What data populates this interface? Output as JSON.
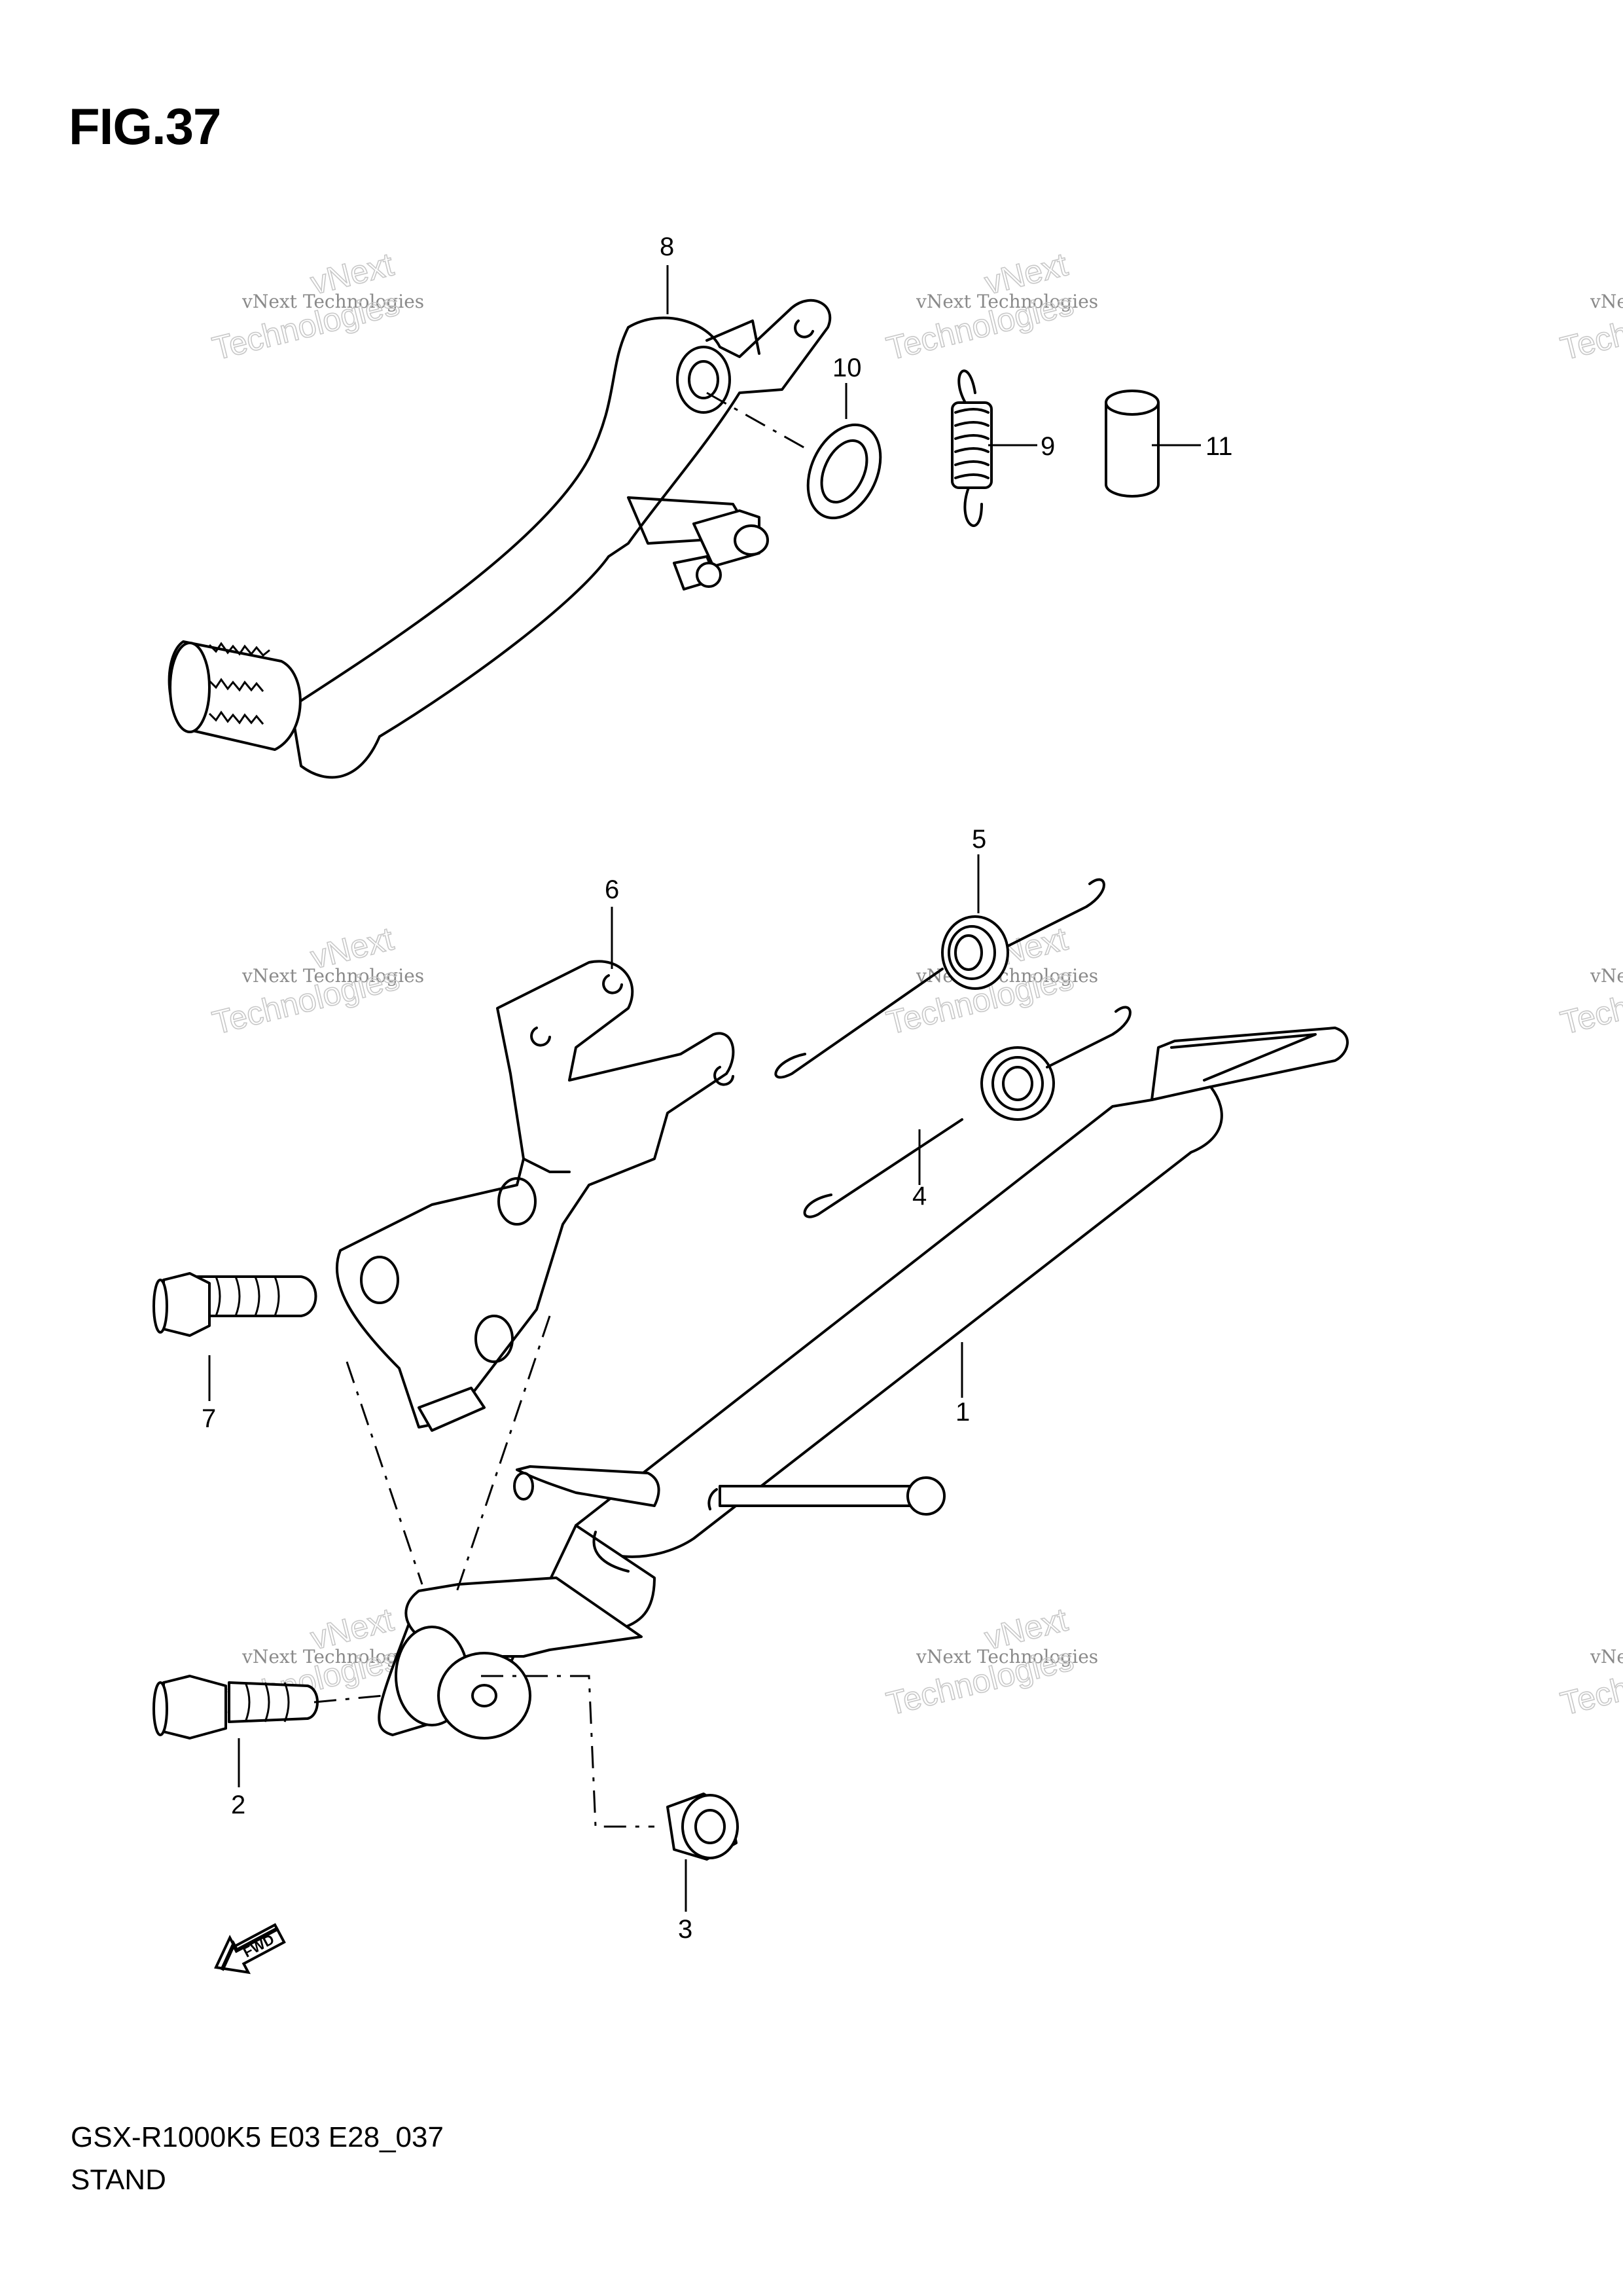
{
  "figure": {
    "title": "FIG.37",
    "code": "GSX-R1000K5 E03 E28_037",
    "name": "STAND"
  },
  "callouts": [
    {
      "id": "c1",
      "label": "1"
    },
    {
      "id": "c2",
      "label": "2"
    },
    {
      "id": "c3",
      "label": "3"
    },
    {
      "id": "c4",
      "label": "4"
    },
    {
      "id": "c5",
      "label": "5"
    },
    {
      "id": "c6",
      "label": "6"
    },
    {
      "id": "c7",
      "label": "7"
    },
    {
      "id": "c8",
      "label": "8"
    },
    {
      "id": "c9",
      "label": "9"
    },
    {
      "id": "c10",
      "label": "10"
    },
    {
      "id": "c11",
      "label": "11"
    }
  ],
  "watermark": {
    "brand": "vNext",
    "line1": "vNext Technologies",
    "line2": "Technologies"
  },
  "fwd_label": "FWD"
}
